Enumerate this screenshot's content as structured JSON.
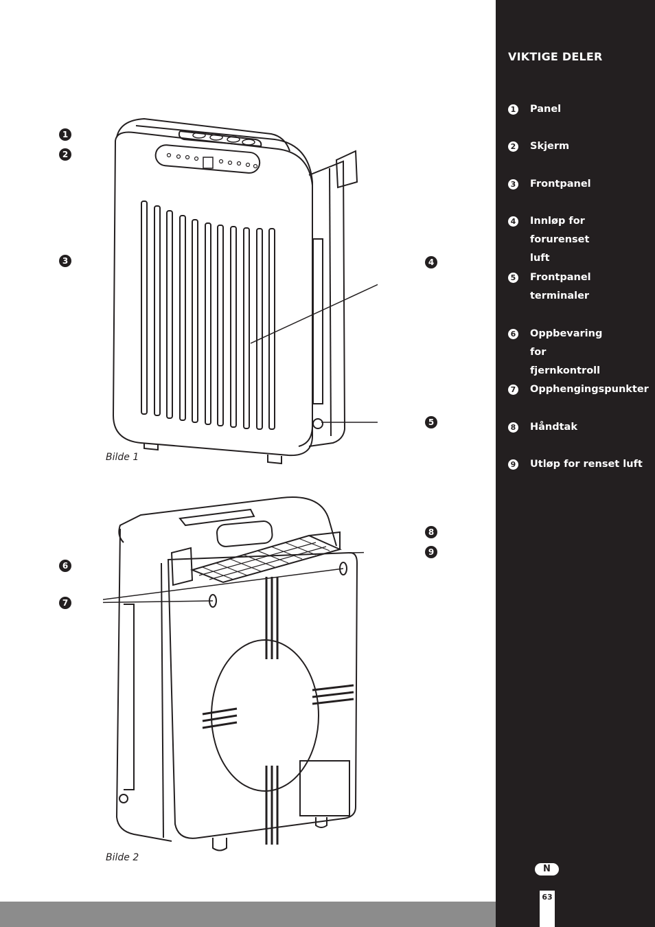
{
  "sidebar": {
    "title": "VIKTIGE DELER",
    "parts": [
      {
        "num": "1",
        "label": "Panel"
      },
      {
        "num": "2",
        "label": "Skjerm"
      },
      {
        "num": "3",
        "label": "Frontpanel"
      },
      {
        "num": "4",
        "label": "Innløp for forurenset luft"
      },
      {
        "num": "5",
        "label": "Frontpanel terminaler"
      },
      {
        "num": "6",
        "label": "Oppbevaring for fjernkontroll"
      },
      {
        "num": "7",
        "label": "Opphengingspunkter"
      },
      {
        "num": "8",
        "label": "Håndtak"
      },
      {
        "num": "9",
        "label": "Utløp for renset luft"
      }
    ],
    "language_badge": "N"
  },
  "page_number": "63",
  "figures": [
    {
      "caption": "Bilde 1",
      "callouts": [
        "1",
        "2",
        "3",
        "4",
        "5"
      ]
    },
    {
      "caption": "Bilde 2",
      "callouts": [
        "6",
        "7",
        "8",
        "9"
      ]
    }
  ],
  "colors": {
    "sidebar": "#231f20",
    "footer_bar": "#8c8c8c",
    "text": "#231f20"
  }
}
